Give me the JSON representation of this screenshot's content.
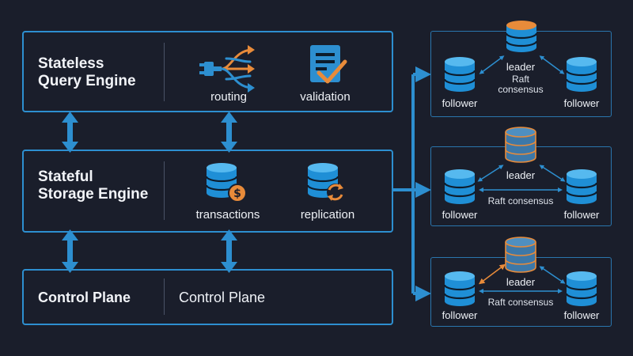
{
  "colors": {
    "background": "#1a1e2b",
    "accent_blue": "#2d8fd0",
    "node_blue": "#1f8fd6",
    "leader_orange": "#e88b3a"
  },
  "stateless": {
    "title_line1": "Stateless",
    "title_line2": "Query Engine",
    "item1": "routing",
    "item2": "validation",
    "icons": [
      "routing-icon",
      "validation-icon"
    ]
  },
  "stateful": {
    "title_line1": "Stateful",
    "title_line2": "Storage Engine",
    "item1": "transactions",
    "item2": "replication",
    "icons": [
      "transactions-icon",
      "replication-icon"
    ]
  },
  "control": {
    "title": "Control Plane",
    "label": "Control Plane"
  },
  "clusters": [
    {
      "leader": "leader",
      "consensus_line1": "Raft",
      "consensus_line2": "consensus",
      "follower_left": "follower",
      "follower_right": "follower"
    },
    {
      "leader": "leader",
      "consensus": "Raft consensus",
      "follower_left": "follower",
      "follower_right": "follower"
    },
    {
      "leader": "leader",
      "consensus": "Raft consensus",
      "follower_left": "follower",
      "follower_right": "follower"
    }
  ]
}
